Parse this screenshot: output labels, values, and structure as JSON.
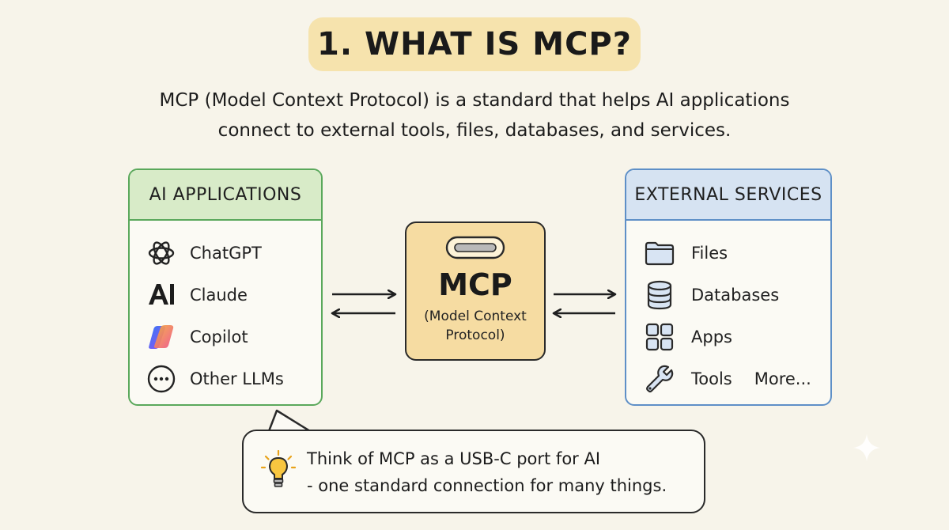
{
  "title": "1. WHAT IS MCP?",
  "subtitle": {
    "line1": "MCP (Model Context Protocol) is a standard that helps AI applications",
    "line2": "connect to external tools, files, databases, and services."
  },
  "left_panel": {
    "heading": "AI APPLICATIONS",
    "items": [
      {
        "label": "ChatGPT",
        "icon": "openai-knot-icon"
      },
      {
        "label": "Claude",
        "icon": "anthropic-ai-logo-icon"
      },
      {
        "label": "Copilot",
        "icon": "copilot-logo-icon"
      },
      {
        "label": "Other LLMs",
        "icon": "ellipsis-circle-icon"
      }
    ]
  },
  "center": {
    "name": "MCP",
    "sub_line1": "(Model Context",
    "sub_line2": "Protocol)"
  },
  "right_panel": {
    "heading": "EXTERNAL SERVICES",
    "items": [
      {
        "label": "Files",
        "icon": "folder-icon"
      },
      {
        "label": "Databases",
        "icon": "database-icon"
      },
      {
        "label": "Apps",
        "icon": "grid-icon"
      },
      {
        "label": "Tools",
        "icon": "wrench-icon"
      }
    ],
    "more": "More..."
  },
  "tip": {
    "line1": "Think of MCP as a USB-C port for AI",
    "line2": "- one standard connection for many things."
  },
  "colors": {
    "background": "#f7f4ea",
    "title_bg": "#f6e3ad",
    "left_accent": "#5aa85b",
    "left_head_bg": "#d8ebc8",
    "right_accent": "#5e8fc7",
    "right_head_bg": "#d6e3f2",
    "mcp_fill": "#f6dca2"
  }
}
